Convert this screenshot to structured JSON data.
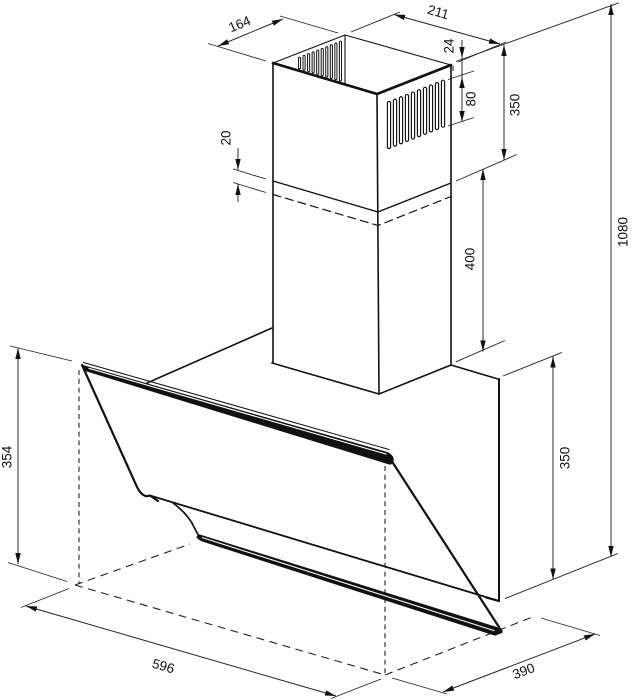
{
  "diagram": {
    "type": "technical-drawing",
    "subject": "wall-mounted chimney cooker hood with inclined glass front, dimensioned isometric view",
    "background_color": "#ffffff",
    "line_color": "#111111",
    "units_shown": false
  },
  "dims": {
    "d164": "164",
    "d211": "211",
    "d24": "24",
    "d80": "80",
    "d20": "20",
    "d350_upper": "350",
    "d400": "400",
    "d1080": "1080",
    "d354": "354",
    "d350_lower": "350",
    "d596": "596",
    "d390": "390"
  },
  "chart_data": {
    "type": "table",
    "title": "Cooker hood overall dimensions (as annotated)",
    "measurements": [
      {
        "label": "164",
        "part": "chimney duct depth (top)"
      },
      {
        "label": "211",
        "part": "chimney duct width (top)"
      },
      {
        "label": "24",
        "part": "offset from duct top to vent slots"
      },
      {
        "label": "80",
        "part": "vent slot height"
      },
      {
        "label": "20",
        "part": "telescopic joint overlap"
      },
      {
        "label": "350",
        "part": "upper chimney section height"
      },
      {
        "label": "400",
        "part": "lower chimney section height"
      },
      {
        "label": "1080",
        "part": "total height"
      },
      {
        "label": "354",
        "part": "front glass height (left side)"
      },
      {
        "label": "350",
        "part": "hood body height (right side)"
      },
      {
        "label": "596",
        "part": "hood width (base projection)"
      },
      {
        "label": "390",
        "part": "hood depth (base projection)"
      }
    ]
  }
}
